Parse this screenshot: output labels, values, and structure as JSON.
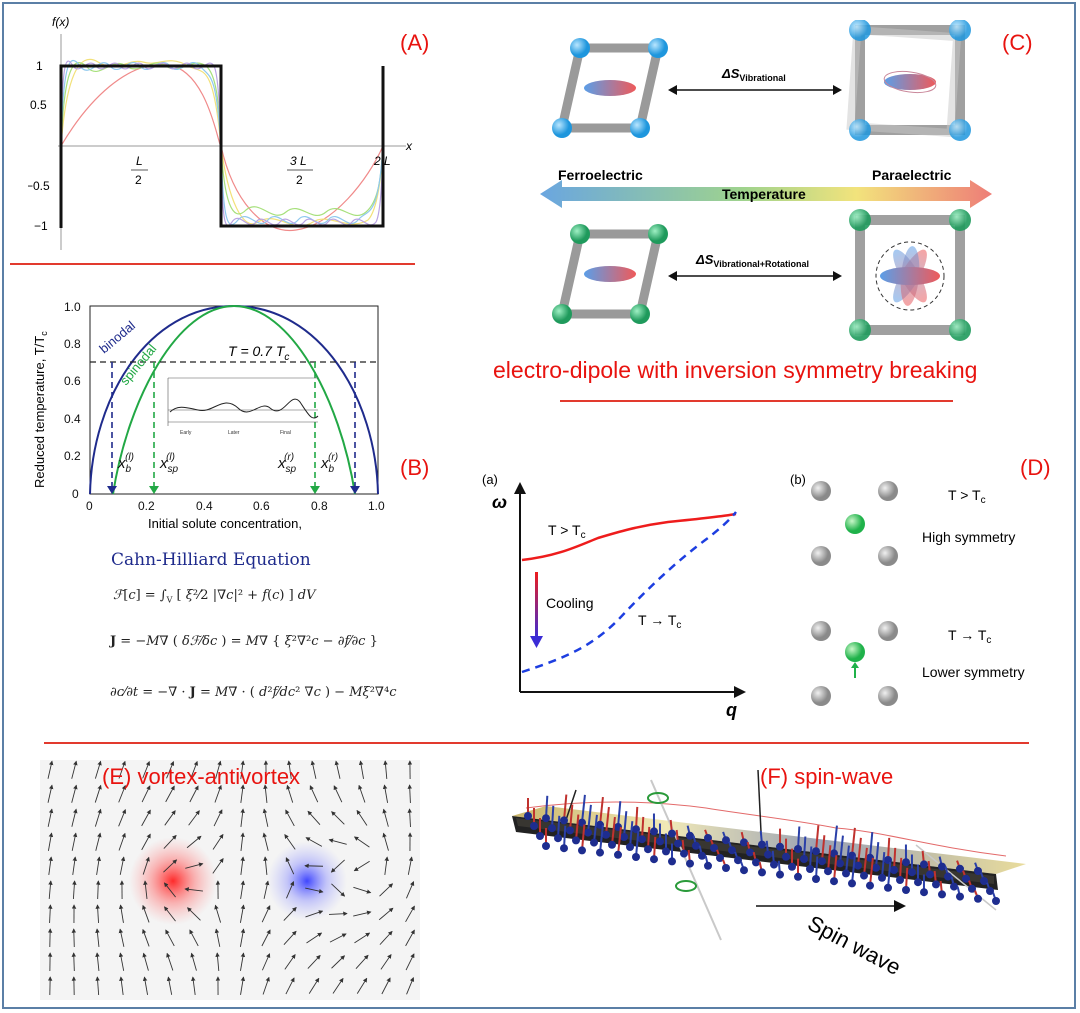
{
  "panels": {
    "A": {
      "label": "(A)",
      "f_label": "f(x)",
      "x_label": "x",
      "y_ticks": [
        "1",
        "0.5",
        "−0.5",
        "−1"
      ],
      "x_ticks": [
        "L",
        "2",
        "3 L",
        "2",
        "2 L"
      ],
      "curve_colors": [
        "#f08a8a",
        "#f2e17a",
        "#a7e07c",
        "#8fc8ee",
        "#b9a3e3"
      ]
    },
    "B": {
      "label": "(B)",
      "ylabel": "Reduced temperature, T/T",
      "ylabel_sub": "c",
      "xlabel": "Initial solute concentration,",
      "curve_binodal": "binodal",
      "curve_spinodal": "spinodal",
      "threshold": "T = 0.7 T",
      "threshold_sub": "c",
      "y_ticks": [
        "0",
        "0.2",
        "0.4",
        "0.6",
        "0.8",
        "1.0"
      ],
      "x_ticks": [
        "0",
        "0.2",
        "0.4",
        "0.6",
        "0.8",
        "1.0"
      ],
      "markers": [
        "x",
        "b",
        "(l)",
        "x",
        "sp",
        "(l)",
        "x",
        "sp",
        "(r)",
        "x",
        "b",
        "(r)"
      ],
      "inset_labels": [
        "Early",
        "Later",
        "Final"
      ],
      "equation_title": "Cahn-Hilliard Equation"
    },
    "C": {
      "label": "(C)",
      "delta_top": "ΔS",
      "delta_top_sub": "Vibrational",
      "delta_bottom": "ΔS",
      "delta_bottom_sub": "Vibrational+Rotational",
      "left_phase": "Ferroelectric",
      "right_phase": "Paraelectric",
      "axis": "Temperature",
      "caption": "electro-dipole with inversion symmetry breaking"
    },
    "D": {
      "label": "(D)",
      "a_tag": "(a)",
      "b_tag": "(b)",
      "omega": "ω",
      "q": "q",
      "t_above": "T > T",
      "t_to": "T → T",
      "c_sub": "c",
      "cooling": "Cooling",
      "high_symmetry": "High symmetry",
      "lower_symmetry": "Lower symmetry"
    },
    "E": {
      "label": "(E) vortex-antivortex"
    },
    "F": {
      "label": "(F) spin-wave",
      "arrow_label": "Spin wave"
    }
  },
  "colors": {
    "label_red": "#e8130f",
    "binodal": "#1f2b8c",
    "spinodal": "#22a845",
    "separator": "#e23a2e",
    "frame": "#5b7fa6"
  }
}
